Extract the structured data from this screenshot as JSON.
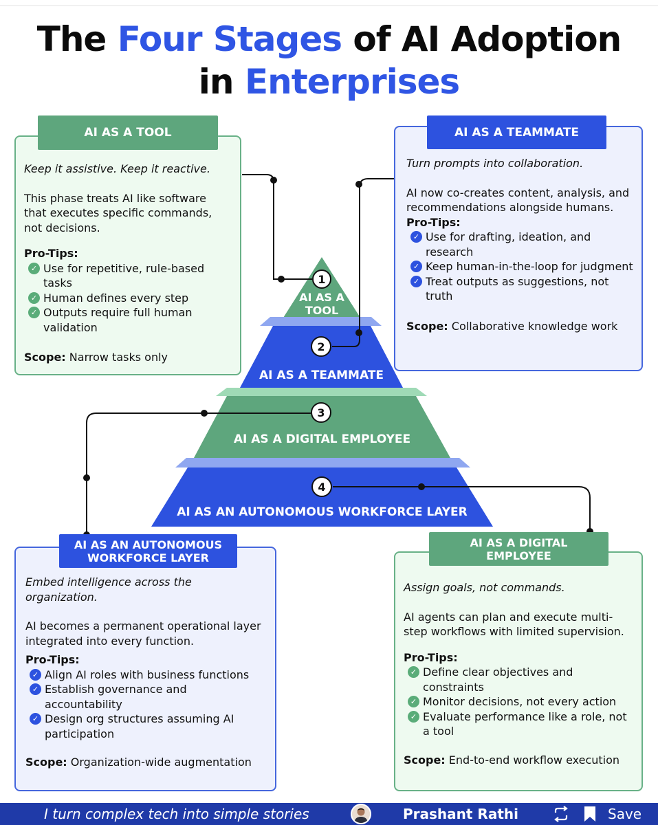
{
  "title": {
    "part1": "The ",
    "highlight1": "Four Stages",
    "part2": " of AI Adoption",
    "part3": "in ",
    "highlight2": "Enterprises"
  },
  "pyramid": [
    {
      "number": "1",
      "label_line1": "AI AS A",
      "label_line2": "TOOL"
    },
    {
      "number": "2",
      "label": "AI AS A TEAMMATE"
    },
    {
      "number": "3",
      "label": "AI AS A DIGITAL EMPLOYEE"
    },
    {
      "number": "4",
      "label": "AI AS AN AUTONOMOUS WORKFORCE LAYER"
    }
  ],
  "cards": {
    "tool": {
      "tag": "AI AS A TOOL",
      "intro": "Keep it assistive. Keep it reactive.",
      "description": "This phase treats AI like software that executes specific commands, not decisions.",
      "protips_label": "Pro-Tips:",
      "tips": [
        "Use for repetitive, rule-based tasks",
        "Human defines every step",
        "Outputs require full human validation"
      ],
      "scope_label": "Scope:",
      "scope": " Narrow tasks only"
    },
    "teammate": {
      "tag": "AI AS A TEAMMATE",
      "intro": "Turn prompts into collaboration.",
      "description": "AI now co-creates content, analysis, and recommendations alongside humans.",
      "protips_label": "Pro-Tips:",
      "tips": [
        "Use for drafting, ideation, and research",
        "Keep human-in-the-loop for judgment",
        "Treat outputs as suggestions, not truth"
      ],
      "scope_label": "Scope:",
      "scope": " Collaborative knowledge work"
    },
    "autonomous": {
      "tag_line1": "AI AS AN AUTONOMOUS",
      "tag_line2": "WORKFORCE LAYER",
      "intro": "Embed intelligence across the organization.",
      "description": "AI becomes a permanent operational layer integrated into every function.",
      "protips_label": "Pro-Tips:",
      "tips": [
        "Align AI roles with business functions",
        "Establish governance and accountability",
        "Design org structures assuming AI participation"
      ],
      "scope_label": "Scope:",
      "scope": " Organization-wide augmentation"
    },
    "employee": {
      "tag_line1": "AI AS A DIGITAL",
      "tag_line2": "EMPLOYEE",
      "intro": "Assign goals, not commands.",
      "description": "AI agents can plan and execute multi-step workflows with limited supervision.",
      "protips_label": "Pro-Tips:",
      "tips": [
        "Define clear objectives and constraints",
        "Monitor decisions, not every action",
        "Evaluate performance like a role, not a tool"
      ],
      "scope_label": "Scope:",
      "scope": " End-to-end workflow execution"
    }
  },
  "footer": {
    "tagline": "I turn complex tech into simple stories",
    "author": "Prashant Rathi",
    "save_label": "Save",
    "icons": [
      "avatar",
      "repost-icon",
      "bookmark-icon"
    ]
  },
  "colors": {
    "blue": "#2d52df",
    "green": "#5ea67d",
    "card_green_bg": "#eefaf0",
    "card_blue_bg": "#eef1fd",
    "footer": "#1f3aa8"
  }
}
